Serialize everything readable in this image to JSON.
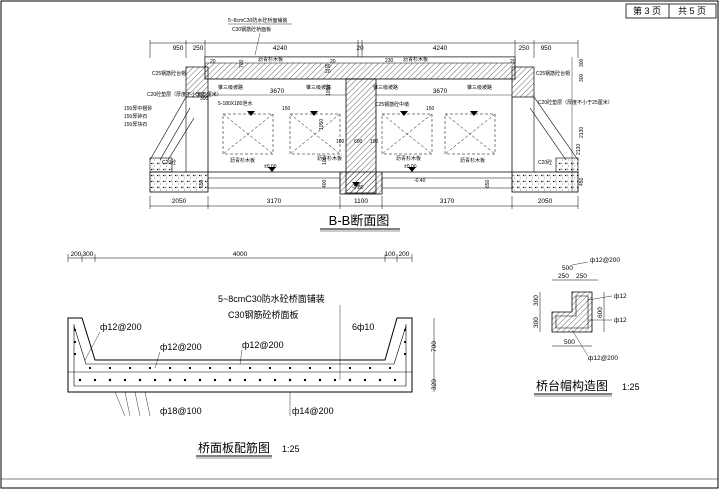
{
  "title_block": {
    "page": "第 3 页",
    "total": "共 5 页"
  },
  "section": {
    "title": "B-B断面图",
    "top_dims": [
      "950",
      "250",
      "4240",
      "20",
      "4240",
      "250",
      "950"
    ],
    "mid_dims": [
      "20",
      "700",
      "20",
      "230",
      "20",
      "20",
      "80"
    ],
    "top_note_1": "5~8cmC30防水砼桥面铺装",
    "top_note_2": "C30钢筋砼桥面板",
    "left_labels": [
      "沥青杉木板",
      "C25钢筋砼台帽",
      "C20砼垫层（厚度不小于25厘米）",
      "150厚中粗砂",
      "150厚碎石",
      "150厚块石",
      "C20砼"
    ],
    "right_labels": [
      "沥青杉木板",
      "C25钢筋砼台帽",
      "C20砼垫层（厚度不小于25厘米）",
      "C20砼"
    ],
    "inner_labels": [
      "锥三级坡路",
      "锥三级坡路",
      "锥三级坡路",
      "锥三级坡路",
      "C25钢筋砼中墩"
    ],
    "opening_label": "5-180X180泄水",
    "span_dims": [
      "3670",
      "3670"
    ],
    "pier_dims": [
      "150",
      "150",
      "100",
      "600",
      "100",
      "1050",
      "1050"
    ],
    "right_vdims": [
      "300",
      "300",
      "2130",
      "2130",
      "450"
    ],
    "left_vdims": [
      "300",
      "500",
      "650",
      "100",
      "400",
      "650"
    ],
    "levels": [
      "±0.00",
      "±0.00",
      "-0.40",
      "-0.80"
    ],
    "asphalt_labels": [
      "沥青杉木板",
      "沥青杉木板",
      "沥青杉木板",
      "沥青杉木板"
    ],
    "bottom_dims": [
      "2050",
      "3170",
      "1100",
      "3170",
      "2050"
    ]
  },
  "deck": {
    "top_dims": [
      "200",
      "300",
      "4000",
      "100",
      "200"
    ],
    "note_1": "5~8cmC30防水砼桥面铺装",
    "note_2": "C30钢筋砼桥面板",
    "rebar_labels": [
      "ф12@200",
      "ф12@200",
      "ф12@200",
      "6ф10",
      "ф18@100",
      "ф14@200"
    ],
    "side_dims": [
      "700",
      "320"
    ],
    "title": "桥面板配筋图",
    "scale": "1:25"
  },
  "cap": {
    "top_dims": [
      "250",
      "250",
      "500"
    ],
    "top_rebar": "ф12@200",
    "right_rebar": [
      "ф12",
      "ф12"
    ],
    "left_dims": [
      "300",
      "300"
    ],
    "right_dim": "600",
    "bottom_dim": "500",
    "bottom_rebar": "ф12@200",
    "title": "桥台帽构造图",
    "scale": "1:25"
  }
}
